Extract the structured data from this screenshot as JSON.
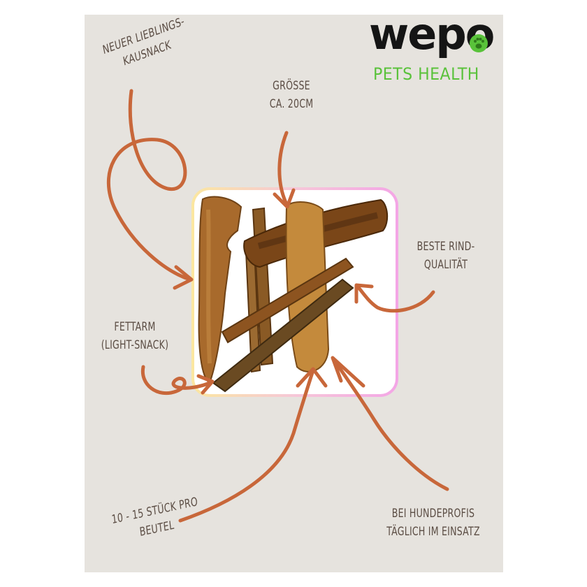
{
  "brand": {
    "name": "wepo",
    "tagline": "pets Health",
    "colors": {
      "name": "#151515",
      "tagline": "#59c23a",
      "paw": "#59c23a"
    }
  },
  "labels": {
    "favorite_line1": "Neuer Lieblings-",
    "favorite_line2": "Kausnack",
    "size_line1": "Grösse",
    "size_line2": "ca. 20cm",
    "quality_line1": "Beste Rind-",
    "quality_line2": "qualität",
    "fat_line1": "Fettarm",
    "fat_line2": "(Light-Snack)",
    "count_line1": "10 - 15 Stück pro",
    "count_line2": "Beutel",
    "pros_line1": "Bei Hundeprofis",
    "pros_line2": "täglich im Einsatz"
  },
  "product_image": {
    "icon": "beef-chews-product-photo"
  },
  "colors": {
    "background": "#e6e3de",
    "arrow": "#c8673a",
    "text": "#5b4d44"
  }
}
